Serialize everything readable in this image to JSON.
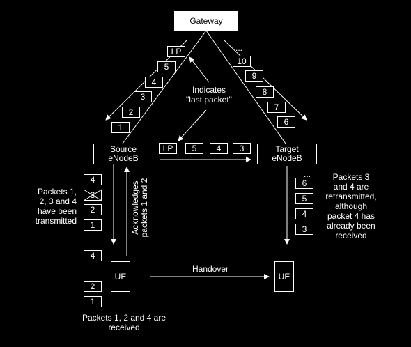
{
  "nodes": {
    "gateway": "Gateway",
    "source_line1": "Source",
    "source_line2": "eNodeB",
    "target_line1": "Target",
    "target_line2": "eNodeB",
    "ue_source": "UE",
    "ue_target": "UE"
  },
  "left_chain": [
    "LP",
    "5",
    "4",
    "3",
    "2",
    "1"
  ],
  "right_chain": [
    "...",
    "10",
    "9",
    "8",
    "7",
    "6"
  ],
  "forwarded": [
    "LP",
    "5",
    "4",
    "3"
  ],
  "source_stack": [
    "4",
    "3",
    "2",
    "1"
  ],
  "target_stack": [
    "...",
    "6",
    "5",
    "4",
    "3"
  ],
  "ue_stack": [
    "4",
    "2",
    "1"
  ],
  "labels": {
    "indicates_line1": "Indicates",
    "indicates_line2": "\"last packet\"",
    "transmitted": [
      "Packets 1,",
      "2, 3 and 4",
      "have been",
      "transmitted"
    ],
    "retransmitted": [
      "Packets 3",
      "and 4 are",
      "retransmitted,",
      "although",
      "packet 4 has",
      "already been",
      "received"
    ],
    "ack_line1": "Acknowledges",
    "ack_line2": "packets 1 and 2",
    "handover": "Handover",
    "received_line1": "Packets 1, 2 and 4 are",
    "received_line2": "received"
  }
}
